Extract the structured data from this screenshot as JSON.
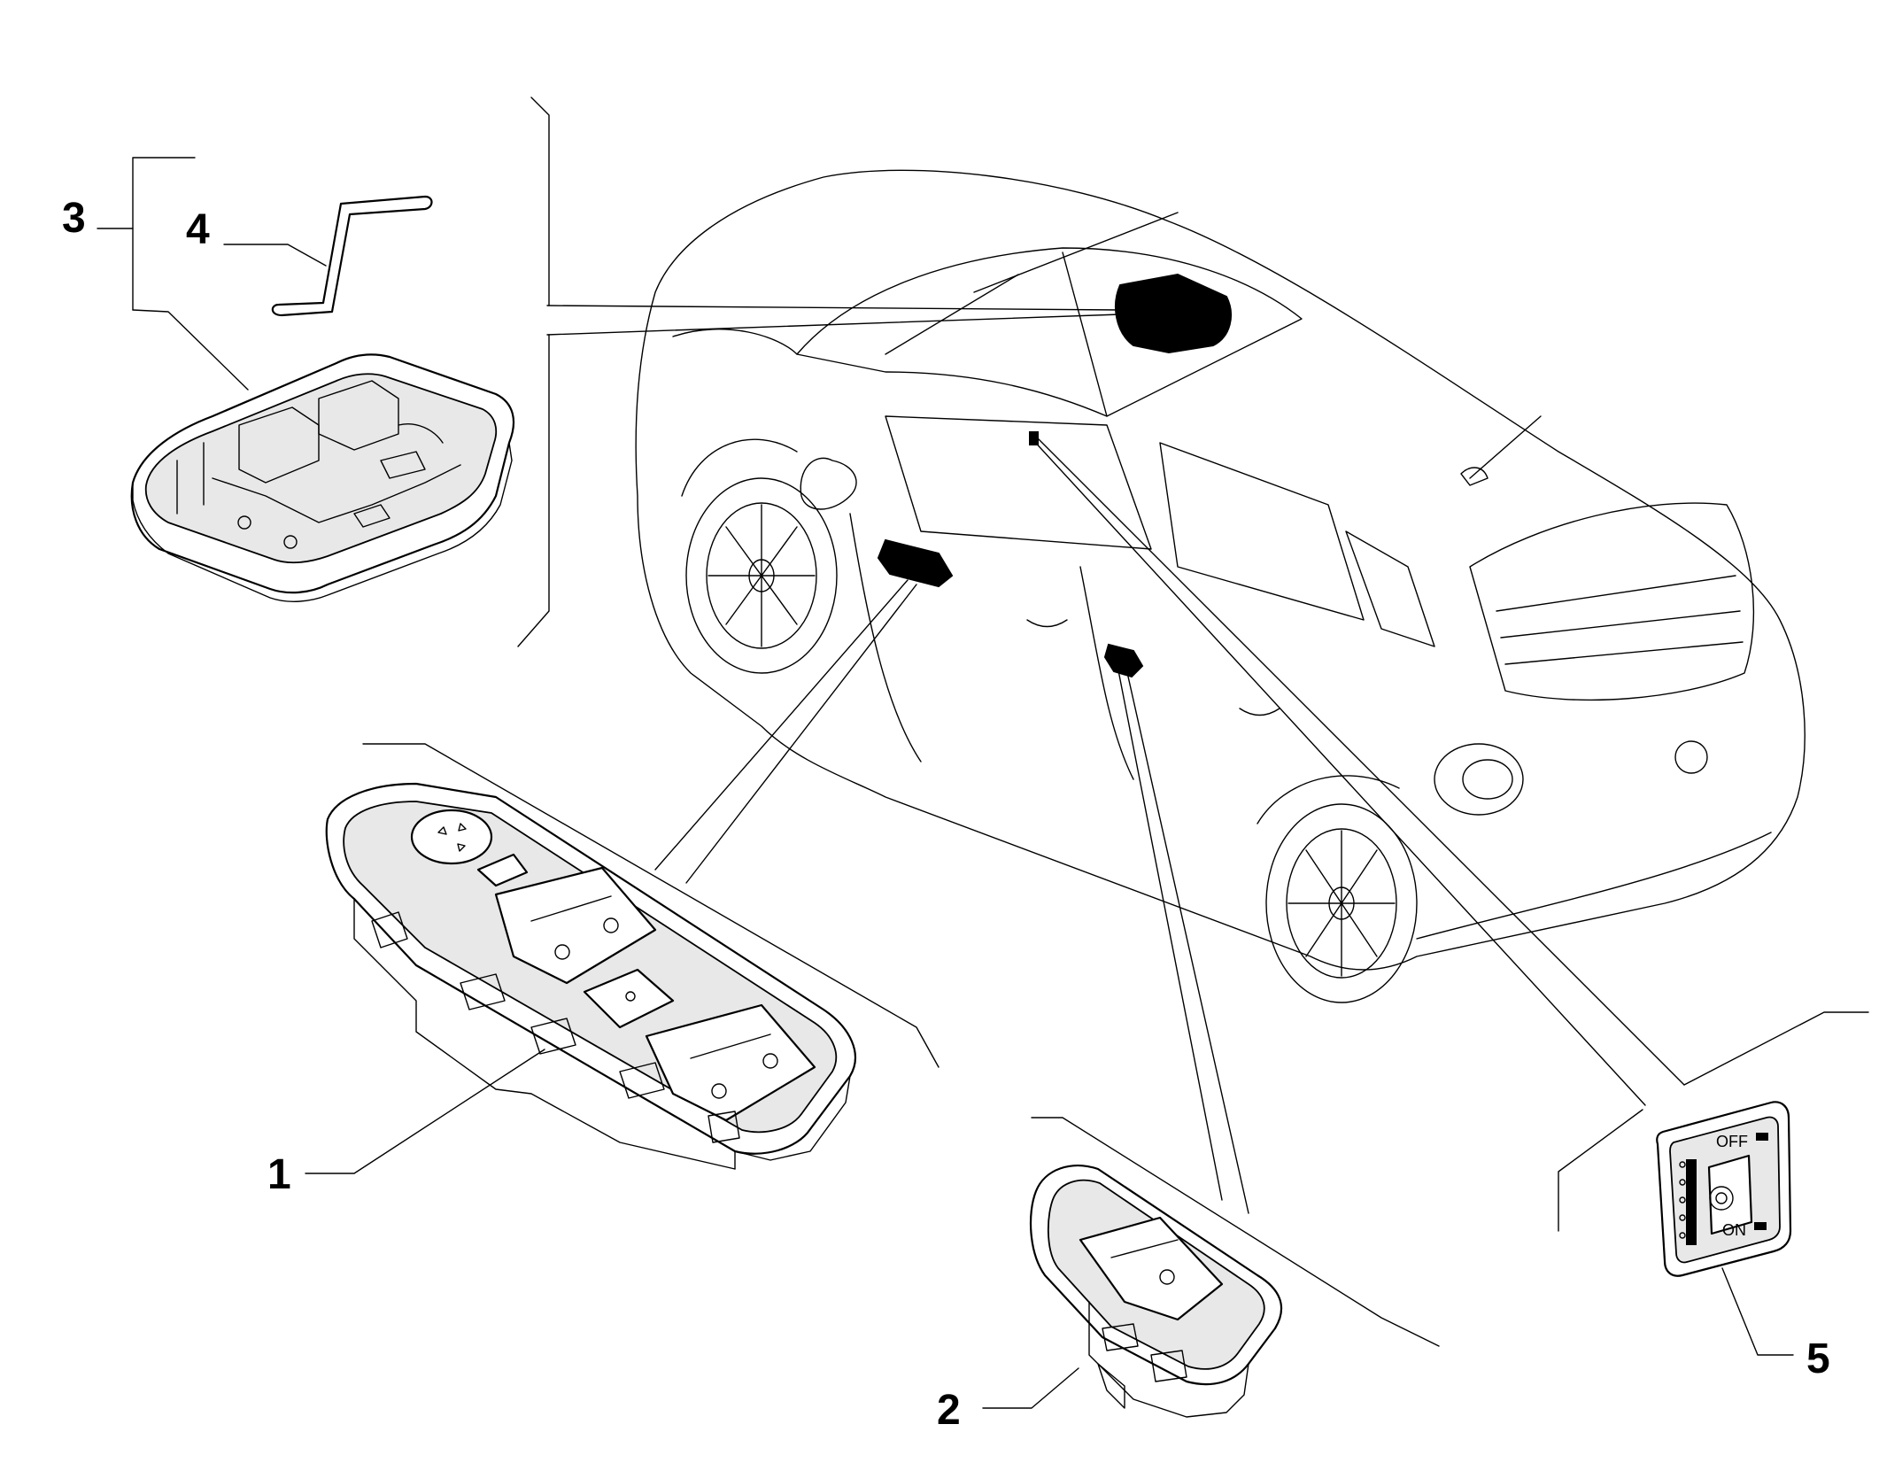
{
  "callouts": [
    {
      "id": "1",
      "label": "1"
    },
    {
      "id": "2",
      "label": "2"
    },
    {
      "id": "3",
      "label": "3"
    },
    {
      "id": "4",
      "label": "4"
    },
    {
      "id": "5",
      "label": "5"
    }
  ],
  "switch_labels": {
    "off": "OFF",
    "on": "ON"
  },
  "colors": {
    "line": "#000000",
    "background": "#ffffff",
    "highlight": "#000000"
  }
}
